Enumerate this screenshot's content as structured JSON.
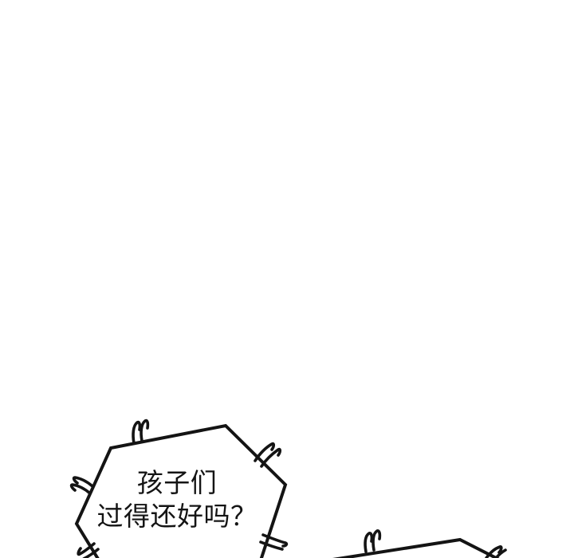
{
  "canvas": {
    "background_color": "#ffffff",
    "ink_color": "#141414",
    "text_color": "#141414"
  },
  "comic": {
    "bubbles": [
      {
        "name": "speech-bubble-1",
        "style": "spiky-trembling-outline",
        "lines": [
          "孩子们",
          "过得还好吗？"
        ]
      },
      {
        "name": "speech-bubble-2-partial",
        "style": "spiky-trembling-outline",
        "lines": []
      }
    ]
  }
}
